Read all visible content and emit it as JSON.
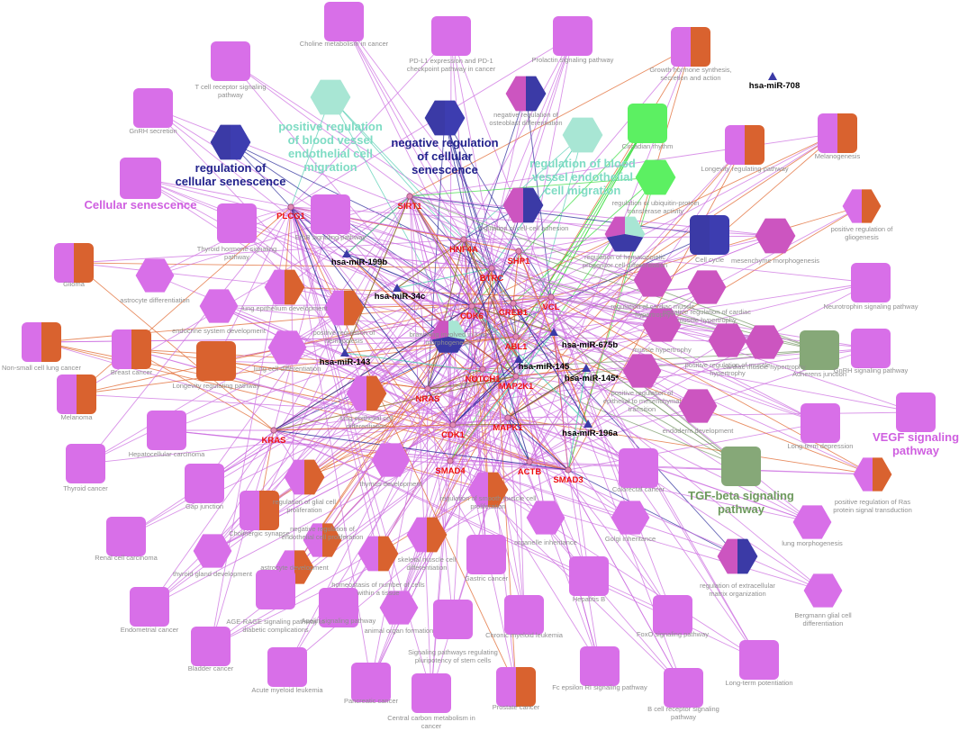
{
  "colors": {
    "pathway": "#d86fe8",
    "process": "#cc55c0",
    "split_orange": "#d9622f",
    "navy": "#3b3aa6",
    "teal": "#a8e6d4",
    "green": "#5cf062",
    "olive": "#86a878",
    "gene_label": "#ee1111",
    "mirna_node": "#3b3aa6",
    "edge_purple": "#cc6fe0",
    "edge_orange": "#e0672e",
    "edge_teal": "#58cfb4",
    "edge_navy": "#2a2a9a",
    "edge_green": "#37dc3c",
    "edge_olive": "#7a9a6a"
  },
  "terms": [
    {
      "id": "choline",
      "label": "Choline metabolism in cancer",
      "shape": "square",
      "fill": "pathway"
    },
    {
      "id": "pdl1",
      "label": "PD-L1 expression and PD-1 checkpoint pathway in cancer",
      "shape": "square",
      "fill": "pathway"
    },
    {
      "id": "prolactin",
      "label": "Prolactin signaling pathway",
      "shape": "square",
      "fill": "pathway"
    },
    {
      "id": "growth",
      "label": "Growth hormone synthesis, secretion and action",
      "shape": "square",
      "fill": "split"
    },
    {
      "id": "tcell",
      "label": "T cell receptor signaling pathway",
      "shape": "square",
      "fill": "pathway"
    },
    {
      "id": "gnrh_sec",
      "label": "GnRH secretion",
      "shape": "square",
      "fill": "pathway"
    },
    {
      "id": "cell_sen",
      "label": "Cellular senescence",
      "shape": "square",
      "fill": "pathway",
      "big": true
    },
    {
      "id": "pos_vessel",
      "label": "positive regulation of blood vessel endothelial cell migration",
      "shape": "hex",
      "fill": "teal",
      "big": true
    },
    {
      "id": "neg_sen",
      "label": "negative regulation of cellular senescence",
      "shape": "hex",
      "fill": "navyblue",
      "big": true
    },
    {
      "id": "reg_sen",
      "label": "regulation of cellular senescence",
      "shape": "hex",
      "fill": "navyblue",
      "big": true
    },
    {
      "id": "neg_osteo",
      "label": "negative regulation of osteoblast differentiation",
      "shape": "hex",
      "fill": "pinknavy"
    },
    {
      "id": "circadian",
      "label": "Circadian rhythm",
      "shape": "square",
      "fill": "green"
    },
    {
      "id": "reg_vessel",
      "label": "regulation of blood vessel endothelial cell migration",
      "shape": "hex",
      "fill": "teal",
      "big": true
    },
    {
      "id": "longevity_reg",
      "label": "Longevity regulating pathway",
      "shape": "square",
      "fill": "split"
    },
    {
      "id": "melanogenesis",
      "label": "Melanogenesis",
      "shape": "square",
      "fill": "split"
    },
    {
      "id": "pos_glio",
      "label": "positive regulation of gliogenesis",
      "shape": "hex",
      "fill": "split"
    },
    {
      "id": "reg_ubiq",
      "label": "regulation of ubiquitin-protein transferase activity",
      "shape": "hex",
      "fill": "green"
    },
    {
      "id": "thyroid_horm",
      "label": "Thyroid hormone signaling pathway",
      "shape": "square",
      "fill": "pathway"
    },
    {
      "id": "erbb",
      "label": "ErbB signaling pathway",
      "shape": "square",
      "fill": "pathway"
    },
    {
      "id": "reg_adhesion",
      "label": "regulation of cell-cell adhesion",
      "shape": "hex",
      "fill": "pinknavy"
    },
    {
      "id": "reg_hema",
      "label": "regulation of hematopoietic progenitor cell differentiation",
      "shape": "hex",
      "fill": "tri"
    },
    {
      "id": "cellcycle",
      "label": "Cell cycle",
      "shape": "square",
      "fill": "navyblue"
    },
    {
      "id": "mesench",
      "label": "mesenchyme morphogenesis",
      "shape": "hex",
      "fill": "process"
    },
    {
      "id": "glioma",
      "label": "Glioma",
      "shape": "square",
      "fill": "split"
    },
    {
      "id": "astro_diff",
      "label": "astrocyte differentiation",
      "shape": "hex",
      "fill": "pathway"
    },
    {
      "id": "lung_epi_dev",
      "label": "lung epithelium development",
      "shape": "hex",
      "fill": "split"
    },
    {
      "id": "endocrine",
      "label": "endocrine system development",
      "shape": "hex",
      "fill": "pathway"
    },
    {
      "id": "pos_hema",
      "label": "positive regulation of hemopoiesis",
      "shape": "hex",
      "fill": "split"
    },
    {
      "id": "reg_cardiac_hyp",
      "label": "regulation of cardiac muscle hypertrophy",
      "shape": "hex",
      "fill": "process"
    },
    {
      "id": "neg_cardiac_hyp",
      "label": "negative regulation of cardiac muscle hypertrophy",
      "shape": "hex",
      "fill": "process"
    },
    {
      "id": "neurotrophin",
      "label": "Neurotrophin signaling pathway",
      "shape": "square",
      "fill": "pathway"
    },
    {
      "id": "nsclc",
      "label": "Non-small cell lung cancer",
      "shape": "square",
      "fill": "split"
    },
    {
      "id": "breast",
      "label": "Breast cancer",
      "shape": "square",
      "fill": "split"
    },
    {
      "id": "longevity_path",
      "label": "Longevity regulating pathway",
      "shape": "square",
      "fill": "orange"
    },
    {
      "id": "branch_lung",
      "label": "branching involved in lung morphogenesis",
      "shape": "hex",
      "fill": "tri"
    },
    {
      "id": "lung_cell_diff",
      "label": "lung cell differentiation",
      "shape": "hex",
      "fill": "pathway"
    },
    {
      "id": "musc_hyp",
      "label": "muscle hypertrophy",
      "shape": "hex",
      "fill": "process"
    },
    {
      "id": "adherens",
      "label": "Adherens junction",
      "shape": "square",
      "fill": "olive"
    },
    {
      "id": "gnrh_sig",
      "label": "GnRH signaling pathway",
      "shape": "square",
      "fill": "pathway"
    },
    {
      "id": "pos_musc_hyp",
      "label": "positive regulation of muscle hypertrophy",
      "shape": "hex",
      "fill": "process"
    },
    {
      "id": "cardiac_hyp",
      "label": "cardiac muscle hypertrophy",
      "shape": "hex",
      "fill": "process"
    },
    {
      "id": "melanoma",
      "label": "Melanoma",
      "shape": "square",
      "fill": "split"
    },
    {
      "id": "lung_epi_diff",
      "label": "lung epithelial cell differentiation",
      "shape": "hex",
      "fill": "split"
    },
    {
      "id": "epi_mes",
      "label": "positive regulation of epithelial to mesenchymal transition",
      "shape": "hex",
      "fill": "process"
    },
    {
      "id": "endoderm",
      "label": "endoderm development",
      "shape": "hex",
      "fill": "process"
    },
    {
      "id": "vegf",
      "label": "VEGF signaling pathway",
      "shape": "square",
      "fill": "pathway",
      "big": true
    },
    {
      "id": "hepatocell",
      "label": "Hepatocellular carcinoma",
      "shape": "square",
      "fill": "pathway"
    },
    {
      "id": "thyroid_cancer",
      "label": "Thyroid cancer",
      "shape": "square",
      "fill": "pathway"
    },
    {
      "id": "ltd",
      "label": "Long-term depression",
      "shape": "square",
      "fill": "pathway"
    },
    {
      "id": "reg_glial",
      "label": "regulation of glial cell proliferation",
      "shape": "hex",
      "fill": "split"
    },
    {
      "id": "thymus",
      "label": "thymus development",
      "shape": "hex",
      "fill": "pathway"
    },
    {
      "id": "reg_smooth",
      "label": "regulation of smooth muscle cell proliferation",
      "shape": "hex",
      "fill": "split"
    },
    {
      "id": "tgfbeta",
      "label": "TGF-beta signaling pathway",
      "shape": "square",
      "fill": "olive",
      "big": true
    },
    {
      "id": "pos_ras",
      "label": "positive regulation of Ras protein signal transduction",
      "shape": "hex",
      "fill": "split"
    },
    {
      "id": "gap",
      "label": "Gap junction",
      "shape": "square",
      "fill": "pathway"
    },
    {
      "id": "cholinergic",
      "label": "Cholinergic synapse",
      "shape": "square",
      "fill": "split"
    },
    {
      "id": "neg_endo",
      "label": "negative regulation of endothelial cell proliferation",
      "shape": "hex",
      "fill": "split"
    },
    {
      "id": "skeletal",
      "label": "skeletal muscle cell differentiation",
      "shape": "hex",
      "fill": "split"
    },
    {
      "id": "organelle",
      "label": "organelle inheritance",
      "shape": "hex",
      "fill": "pathway"
    },
    {
      "id": "colorectal",
      "label": "Colorectal cancer",
      "shape": "square",
      "fill": "pathway"
    },
    {
      "id": "golgi",
      "label": "Golgi inheritance",
      "shape": "hex",
      "fill": "pathway"
    },
    {
      "id": "reg_ecm",
      "label": "regulation of extracellular matrix organization",
      "shape": "hex",
      "fill": "pinknavy"
    },
    {
      "id": "lung_morph",
      "label": "lung morphogenesis",
      "shape": "hex",
      "fill": "pathway"
    },
    {
      "id": "renal",
      "label": "Renal cell carcinoma",
      "shape": "square",
      "fill": "pathway"
    },
    {
      "id": "thyroid_dev",
      "label": "thyroid gland development",
      "shape": "hex",
      "fill": "pathway"
    },
    {
      "id": "astro_dev",
      "label": "astrocyte development",
      "shape": "hex",
      "fill": "split"
    },
    {
      "id": "homeo",
      "label": "homeostasis of number of cells within a tissue",
      "shape": "hex",
      "fill": "split"
    },
    {
      "id": "gastric",
      "label": "Gastric cancer",
      "shape": "square",
      "fill": "pathway"
    },
    {
      "id": "hepb",
      "label": "Hepatitis B",
      "shape": "square",
      "fill": "pathway"
    },
    {
      "id": "bergmann",
      "label": "Bergmann glial cell differentiation",
      "shape": "hex",
      "fill": "pathway"
    },
    {
      "id": "endometrial",
      "label": "Endometrial cancer",
      "shape": "square",
      "fill": "pathway"
    },
    {
      "id": "agerage",
      "label": "AGE-RAGE signaling pathway in diabetic complications",
      "shape": "square",
      "fill": "pathway"
    },
    {
      "id": "apelin",
      "label": "Apelin signaling pathway",
      "shape": "square",
      "fill": "pathway"
    },
    {
      "id": "animal_organ",
      "label": "animal organ formation",
      "shape": "hex",
      "fill": "pathway"
    },
    {
      "id": "pluripotency",
      "label": "Signaling pathways regulating pluripotency of stem cells",
      "shape": "square",
      "fill": "pathway"
    },
    {
      "id": "cml",
      "label": "Chronic myeloid leukemia",
      "shape": "square",
      "fill": "pathway"
    },
    {
      "id": "foxo",
      "label": "FoxO signaling pathway",
      "shape": "square",
      "fill": "pathway"
    },
    {
      "id": "bladder",
      "label": "Bladder cancer",
      "shape": "square",
      "fill": "pathway"
    },
    {
      "id": "aml",
      "label": "Acute myeloid leukemia",
      "shape": "square",
      "fill": "pathway"
    },
    {
      "id": "ltp",
      "label": "Long-term potentiation",
      "shape": "square",
      "fill": "pathway"
    },
    {
      "id": "pancreatic",
      "label": "Pancreatic cancer",
      "shape": "square",
      "fill": "pathway"
    },
    {
      "id": "prostate",
      "label": "Prostate cancer",
      "shape": "square",
      "fill": "split"
    },
    {
      "id": "fceps",
      "label": "Fc epsilon RI signaling pathway",
      "shape": "square",
      "fill": "pathway"
    },
    {
      "id": "central_carbon",
      "label": "Central carbon metabolism in cancer",
      "shape": "square",
      "fill": "pathway"
    },
    {
      "id": "bcell",
      "label": "B cell receptor signaling pathway",
      "shape": "square",
      "fill": "pathway"
    }
  ],
  "genes": [
    "SIRT1",
    "PLCG1",
    "HNF4A",
    "SHP1",
    "BTRC",
    "CDK6",
    "CREB1",
    "VCL",
    "ABL1",
    "NOTCH1",
    "MAP2K1",
    "NRAS",
    "CDK1",
    "MAPK1",
    "KRAS",
    "SMAD4",
    "ACTB",
    "SMAD3"
  ],
  "mirnas": [
    "hsa-miR-708",
    "hsa-miR-199b",
    "hsa-miR-34c",
    "hsa-miR-143",
    "hsa-miR-675b",
    "hsa-miR-145",
    "hsa-miR-145*",
    "hsa-miR-196a"
  ]
}
